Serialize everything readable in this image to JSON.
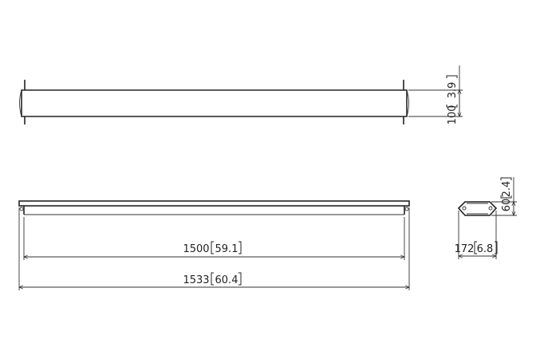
{
  "dimensions": {
    "height": {
      "mm": "100",
      "in": "3.9"
    },
    "inner_length": {
      "mm": "1500",
      "in": "59.1"
    },
    "overall_length": {
      "mm": "1533",
      "in": "60.4"
    },
    "profile_height": {
      "mm": "60",
      "in": "2.4"
    },
    "profile_width": {
      "mm": "172",
      "in": "6.8"
    }
  }
}
